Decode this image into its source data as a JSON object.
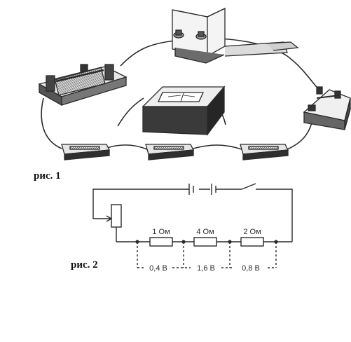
{
  "captions": {
    "fig1": "рис. 1",
    "fig2": "рис. 2"
  },
  "circuit": {
    "resistors": [
      "1 Ом",
      "4 Ом",
      "2 Ом"
    ],
    "voltages": [
      "0,4 В",
      "1,6 В",
      "0,8 В"
    ]
  },
  "colors": {
    "ink": "#2a2a2a",
    "shade": "#5a5a5a",
    "paper": "#ffffff"
  }
}
